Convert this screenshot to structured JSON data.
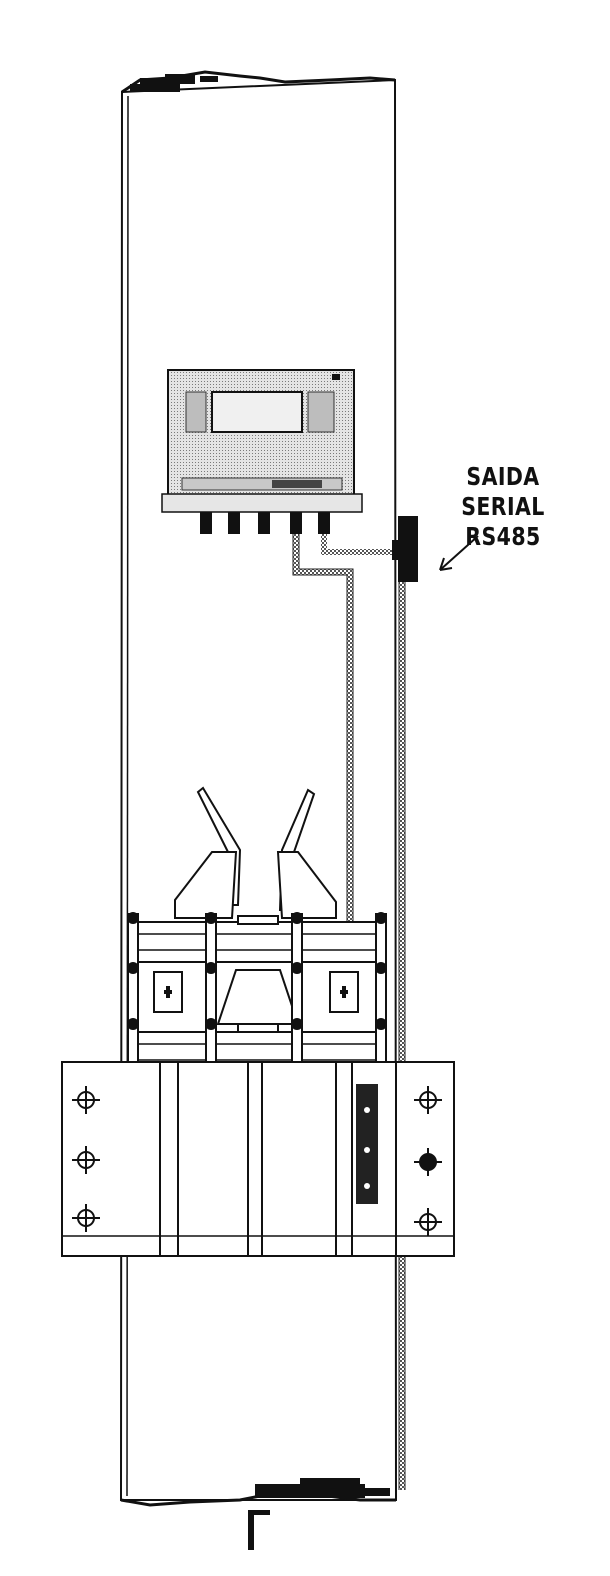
{
  "callout": {
    "line1": "SAIDA SERIAL",
    "line2": "RS485"
  },
  "colors": {
    "ink": "#111111",
    "panel_fill": "#d6d6d6",
    "cable_fill": "#bfbfbf",
    "paper": "#ffffff"
  },
  "components": {
    "pipe": "vertical-pipe-section",
    "transmitter": "electronic-transmitter-box",
    "clamp": "mounting-clamp-assembly",
    "bracket": "wall-mounting-bracket",
    "connector": "serial-output-connector",
    "sensors": "sensor-probes"
  }
}
